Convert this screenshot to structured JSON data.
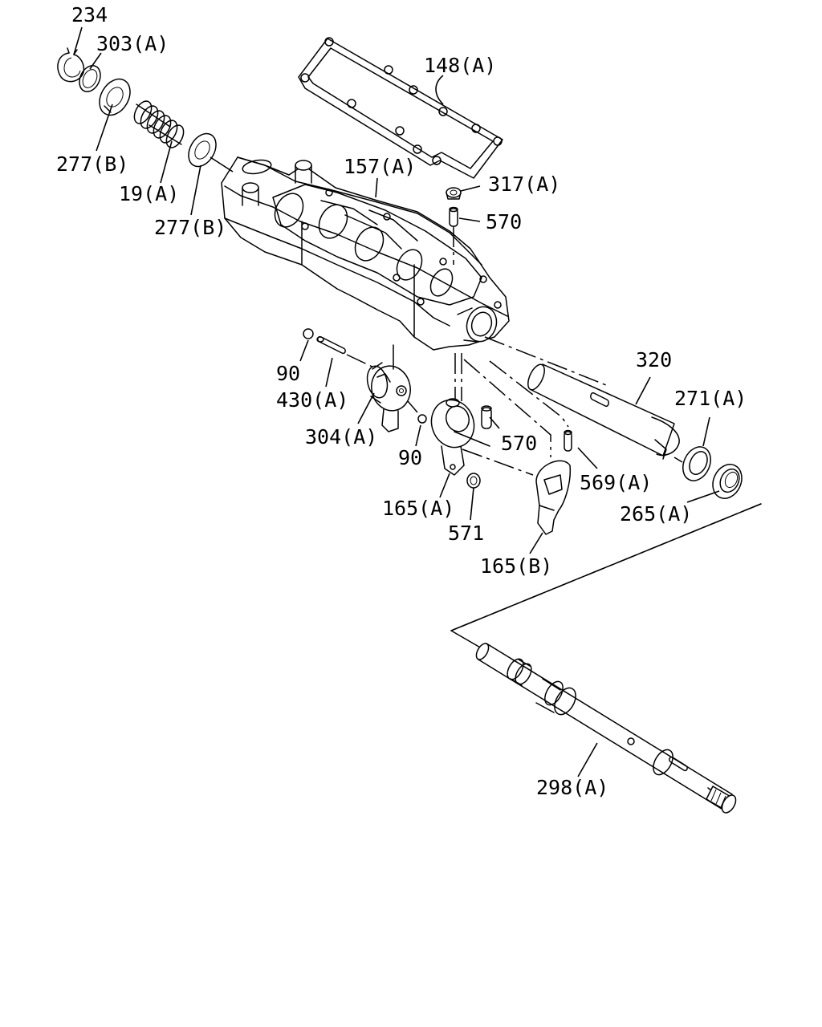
{
  "labels": {
    "l234": "234",
    "l303a": "303(A)",
    "l148a": "148(A)",
    "l277b_1": "277(B)",
    "l19a": "19(A)",
    "l157a": "157(A)",
    "l317a": "317(A)",
    "l570_1": "570",
    "l277b_2": "277(B)",
    "l320": "320",
    "l271a": "271(A)",
    "l90_1": "90",
    "l430a": "430(A)",
    "l304a": "304(A)",
    "l90_2": "90",
    "l570_2": "570",
    "l569a": "569(A)",
    "l265a": "265(A)",
    "l165a": "165(A)",
    "l571": "571",
    "l165b": "165(B)",
    "l298a": "298(A)"
  }
}
